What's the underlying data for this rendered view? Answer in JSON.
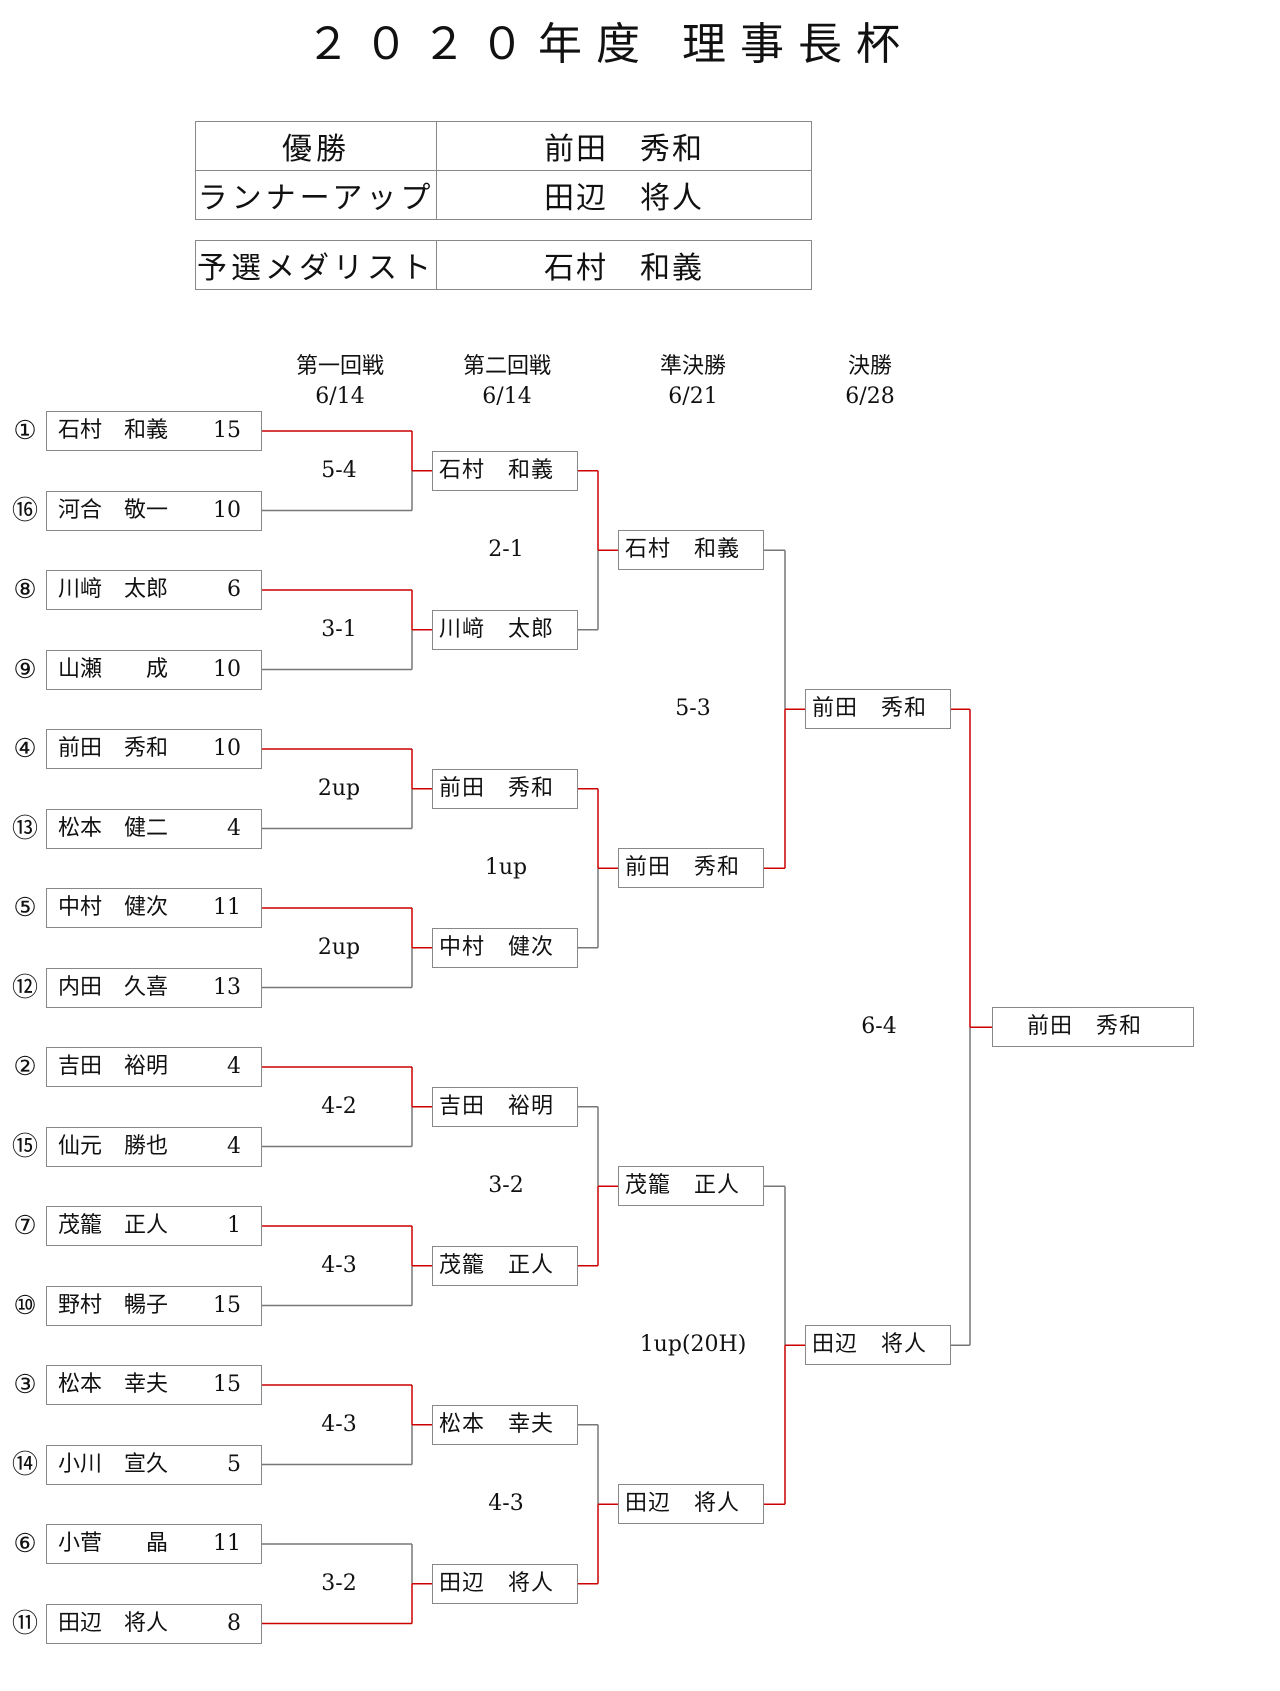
{
  "title": "２０２０年度 理事長杯",
  "summary": {
    "winner_label": "優勝",
    "winner": "前田　秀和",
    "runner_label": "ランナーアップ",
    "runner": "田辺　将人",
    "medalist_label": "予選メダリスト",
    "medalist": "石村　和義"
  },
  "rounds": [
    {
      "name": "第一回戦",
      "date": "6/14"
    },
    {
      "name": "第二回戦",
      "date": "6/14"
    },
    {
      "name": "準決勝",
      "date": "6/21"
    },
    {
      "name": "決勝",
      "date": "6/28"
    }
  ],
  "players": [
    {
      "seed": "①",
      "name": "石村　和義",
      "score": "15"
    },
    {
      "seed": "⑯",
      "name": "河合　敬一",
      "score": "10"
    },
    {
      "seed": "⑧",
      "name": "川﨑　太郎",
      "score": "6"
    },
    {
      "seed": "⑨",
      "name": "山瀬　　成",
      "score": "10"
    },
    {
      "seed": "④",
      "name": "前田　秀和",
      "score": "10"
    },
    {
      "seed": "⑬",
      "name": "松本　健二",
      "score": "4"
    },
    {
      "seed": "⑤",
      "name": "中村　健次",
      "score": "11"
    },
    {
      "seed": "⑫",
      "name": "内田　久喜",
      "score": "13"
    },
    {
      "seed": "②",
      "name": "吉田　裕明",
      "score": "4"
    },
    {
      "seed": "⑮",
      "name": "仙元　勝也",
      "score": "4"
    },
    {
      "seed": "⑦",
      "name": "茂籠　正人",
      "score": "1"
    },
    {
      "seed": "⑩",
      "name": "野村　暢子",
      "score": "15"
    },
    {
      "seed": "③",
      "name": "松本　幸夫",
      "score": "15"
    },
    {
      "seed": "⑭",
      "name": "小川　宣久",
      "score": "5"
    },
    {
      "seed": "⑥",
      "name": "小菅　　晶",
      "score": "11"
    },
    {
      "seed": "⑪",
      "name": "田辺　将人",
      "score": "8"
    }
  ],
  "round1_results": [
    "5-4",
    "3-1",
    "2up",
    "2up",
    "4-2",
    "4-3",
    "4-3",
    "3-2"
  ],
  "round2_winners": [
    "石村　和義",
    "川﨑　太郎",
    "前田　秀和",
    "中村　健次",
    "吉田　裕明",
    "茂籠　正人",
    "松本　幸夫",
    "田辺　将人"
  ],
  "round2_results": [
    "2-1",
    "1up",
    "3-2",
    "4-3"
  ],
  "semi_winners": [
    "石村　和義",
    "前田　秀和",
    "茂籠　正人",
    "田辺　将人"
  ],
  "semi_results": [
    "5-3",
    "1up(20H)"
  ],
  "final_players": [
    "前田　秀和",
    "田辺　将人"
  ],
  "final_result": "6-4",
  "champion": "前田　秀和",
  "colors": {
    "win_line": "#cc0000",
    "lose_line": "#777777",
    "border": "#888888"
  }
}
